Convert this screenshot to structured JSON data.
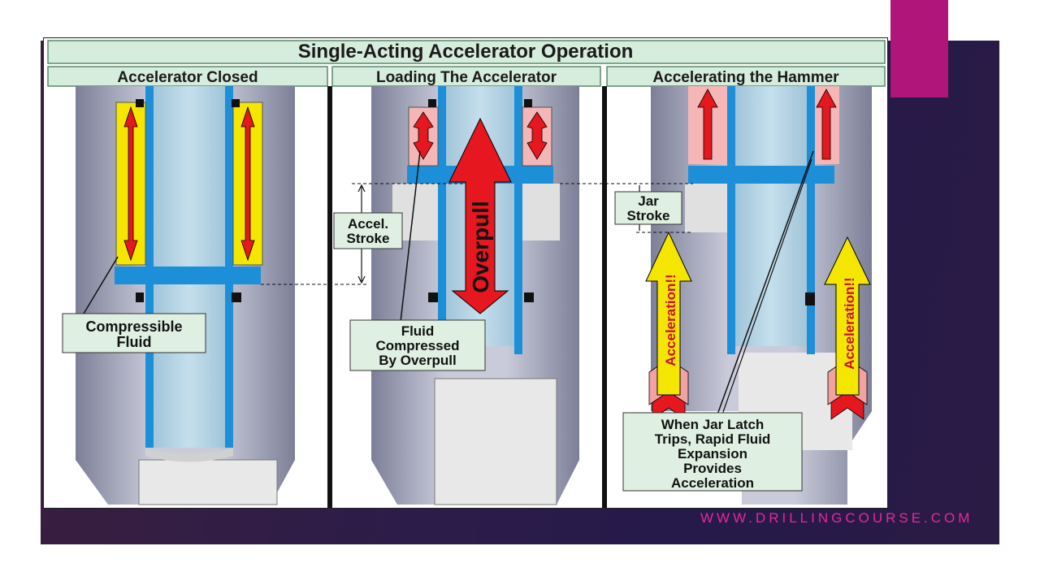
{
  "slide": {
    "website": "WWW.DRILLINGCOURSE.COM"
  },
  "diagram": {
    "title": "Single-Acting Accelerator Operation",
    "panels": [
      {
        "heading": "Accelerator Closed"
      },
      {
        "heading": "Loading The Accelerator"
      },
      {
        "heading": "Accelerating the Hammer"
      }
    ],
    "labels": {
      "compressible_fluid": [
        "Compressible",
        "Fluid"
      ],
      "accel_stroke": [
        "Accel.",
        "Stroke"
      ],
      "overpull": "Overpull",
      "fluid_compressed": [
        "Fluid",
        "Compressed",
        "By Overpull"
      ],
      "jar_stroke": [
        "Jar",
        "Stroke"
      ],
      "acceleration": "Acceleration!!",
      "jar_latch_note": [
        "When Jar Latch",
        "Trips, Rapid Fluid",
        "Expansion",
        "Provides",
        "Acceleration"
      ]
    },
    "colors": {
      "header_bg": "#d6ecdc",
      "housing": "#9fa3ba",
      "mandrel_light": "#b4d3e4",
      "mandrel_blue": "#1d8ed8",
      "fluid_yellow": "#f5e600",
      "arrow_red": "#e6171e",
      "compressed_pink": "#f4b6b6",
      "label_bg": "#dff0e2",
      "accent_magenta": "#b0167a"
    }
  }
}
